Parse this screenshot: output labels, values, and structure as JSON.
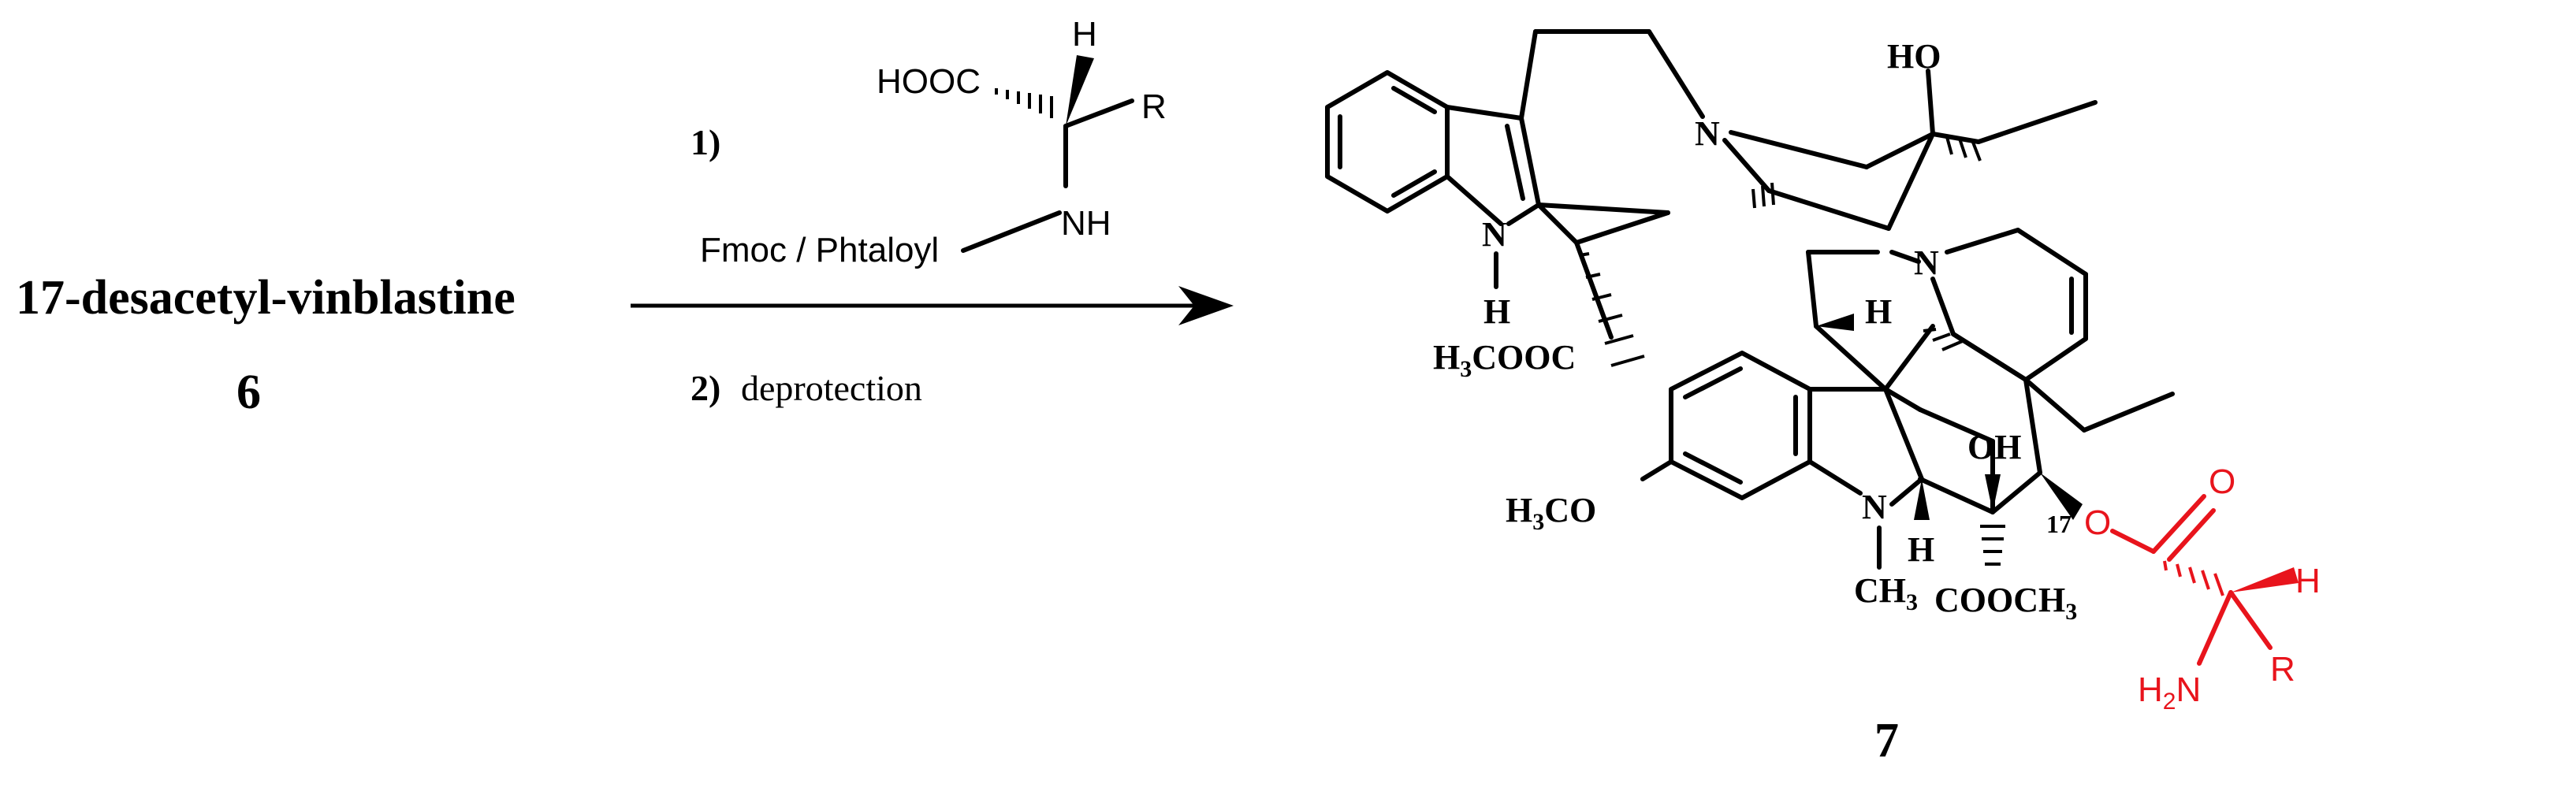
{
  "starting_material": {
    "name": "17-desacetyl-vinblastine",
    "number": "6"
  },
  "conditions": {
    "step1_label": "1)",
    "reagent": {
      "acid": "HOOC",
      "h": "H",
      "r": "R",
      "nh": "NH",
      "protecting_group": "Fmoc / Phtaloyl"
    },
    "step2_num": "2)",
    "step2_text": "deprotection"
  },
  "product": {
    "number": "7",
    "labels": {
      "ho_top": "HO",
      "n_upper": "N",
      "n_indole": "N",
      "h_indole": "H",
      "ester_upper": "H3COOC",
      "n_lower": "N",
      "h_lower_1": "H",
      "oh": "OH",
      "methoxy": "H3CO",
      "n_methyl": "N",
      "h_lower_2": "H",
      "ch3": "CH3",
      "ester_lower": "COOCH3",
      "c17": "17",
      "o_ester": "O",
      "o_carbonyl": "O",
      "h_alpha": "H",
      "nh2": "H2N",
      "r_group": "R"
    }
  },
  "colors": {
    "ink": "#000000",
    "added_group": "#e8141c"
  }
}
